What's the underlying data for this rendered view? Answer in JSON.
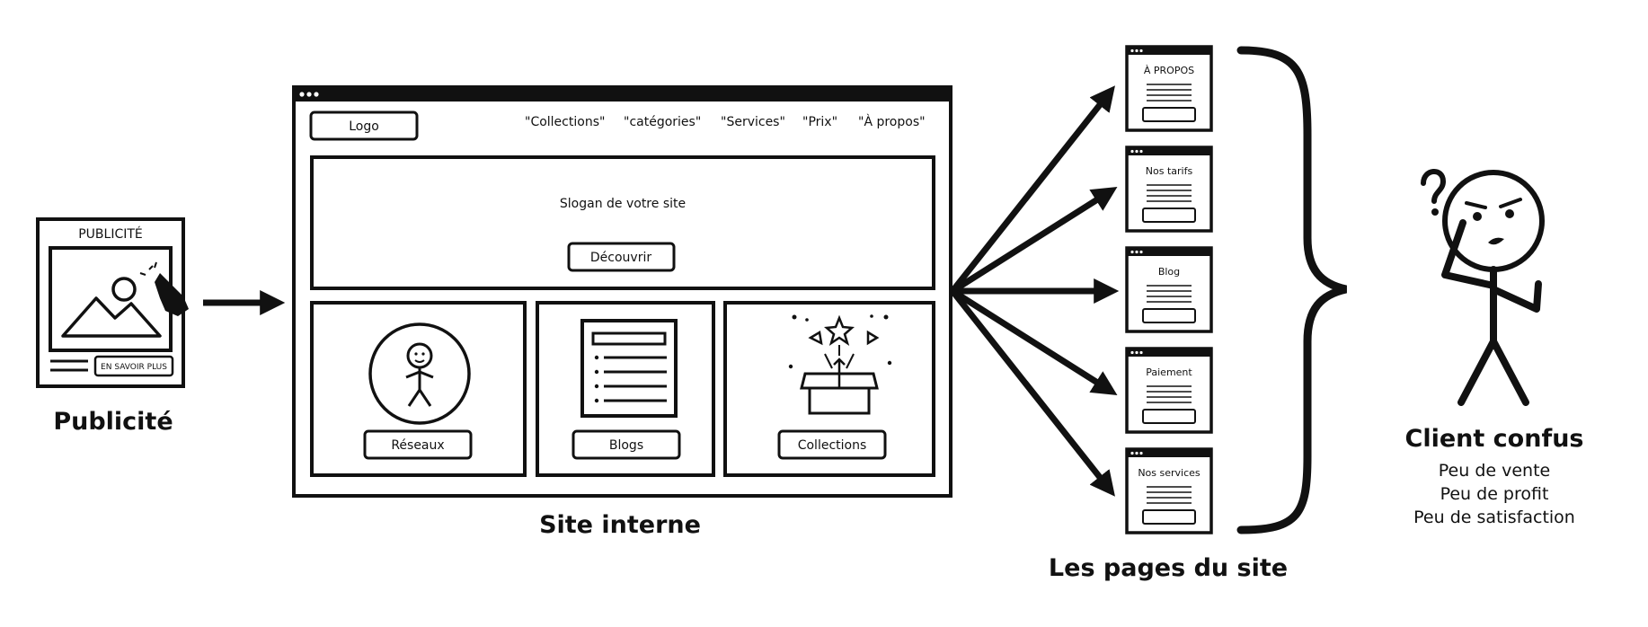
{
  "advert": {
    "header": "PUBLICITÉ",
    "cta": "EN SAVOIR PLUS",
    "caption": "Publicité"
  },
  "site": {
    "logo": "Logo",
    "nav": [
      "\"Collections\"",
      "\"catégories\"",
      "\"Services\"",
      "\"Prix\"",
      "\"À propos\""
    ],
    "slogan": "Slogan de votre site",
    "cta": "Découvrir",
    "cards": [
      "Réseaux",
      "Blogs",
      "Collections"
    ],
    "caption": "Site interne"
  },
  "pages": {
    "items": [
      "À PROPOS",
      "Nos tarifs",
      "Blog",
      "Paiement",
      "Nos services"
    ],
    "caption": "Les pages du site"
  },
  "client": {
    "title": "Client confus",
    "lines": [
      "Peu de vente",
      "Peu de profit",
      "Peu de satisfaction"
    ]
  }
}
